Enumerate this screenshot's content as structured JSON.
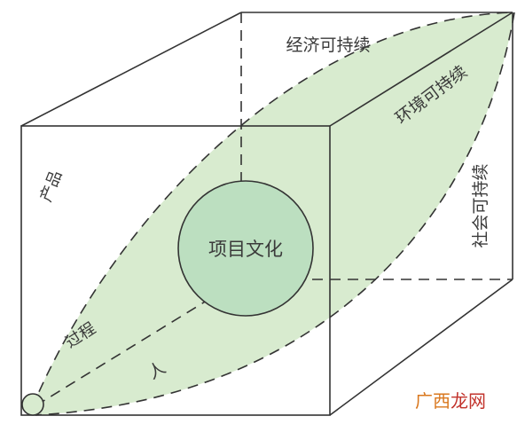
{
  "labels": {
    "economic": "经济可持续",
    "environment": "环境可持续",
    "social": "社会可持续",
    "product": "产品",
    "process": "过程",
    "people": "人",
    "core": "项目文化"
  },
  "watermark": {
    "part1": "广西",
    "part2": "龙网",
    "color1": "#d9781f",
    "color2": "#c2332c"
  },
  "colors": {
    "lens_fill": "#d8ebcf",
    "circle_fill": "#bcdfc0",
    "stroke": "#333333"
  }
}
